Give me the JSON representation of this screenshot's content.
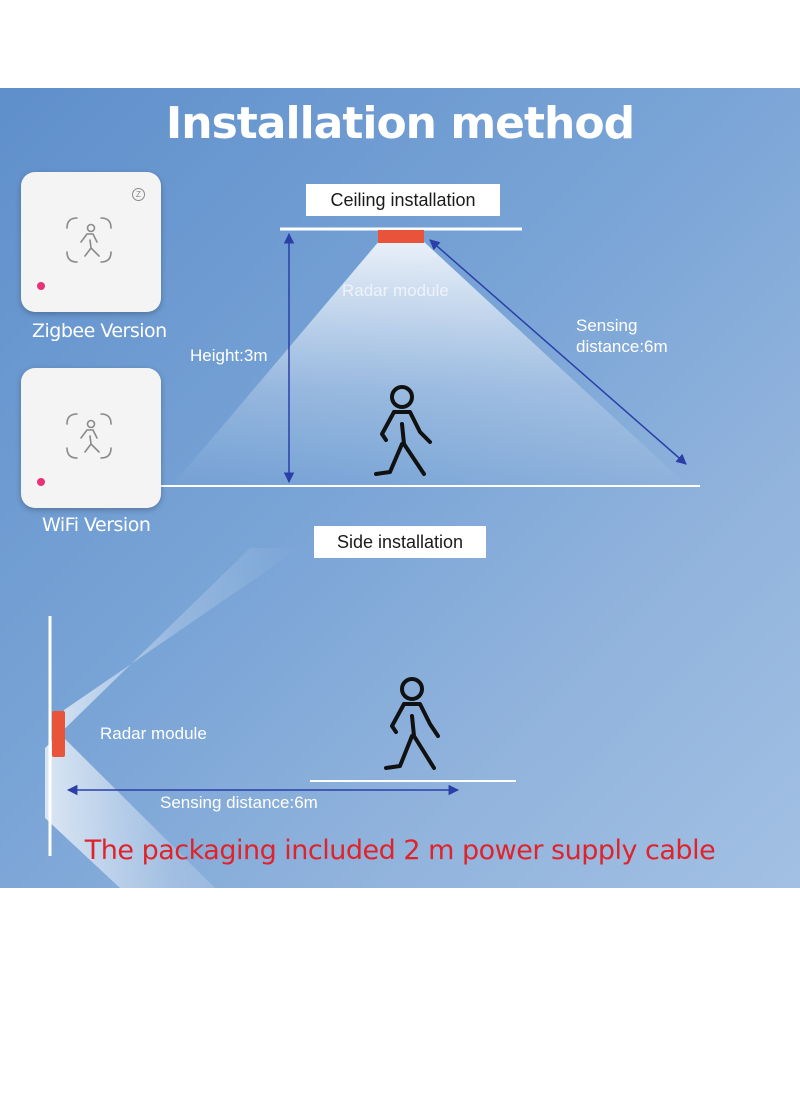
{
  "title": "Installation method",
  "devices": [
    {
      "label": "Zigbee Version",
      "icons": [
        "zigbee-logo-icon",
        "walking-person-icon"
      ]
    },
    {
      "label": "WiFi Version",
      "icons": [
        "walking-person-icon"
      ]
    }
  ],
  "ceiling": {
    "box_label": "Ceiling installation",
    "module_label": "Radar module",
    "height_label": "Height:3m",
    "sensing_label_line1": "Sensing",
    "sensing_label_line2": "distance:6m"
  },
  "side": {
    "box_label": "Side installation",
    "module_label": "Radar module",
    "sensing_label": "Sensing distance:6m"
  },
  "note": "The packaging included  2 m power supply cable",
  "colors": {
    "background": "#7aa5d6",
    "radar_module": "#e8533a",
    "arrow": "#2a3fa8",
    "note_text": "#e0232a",
    "led": "#e8327a"
  }
}
